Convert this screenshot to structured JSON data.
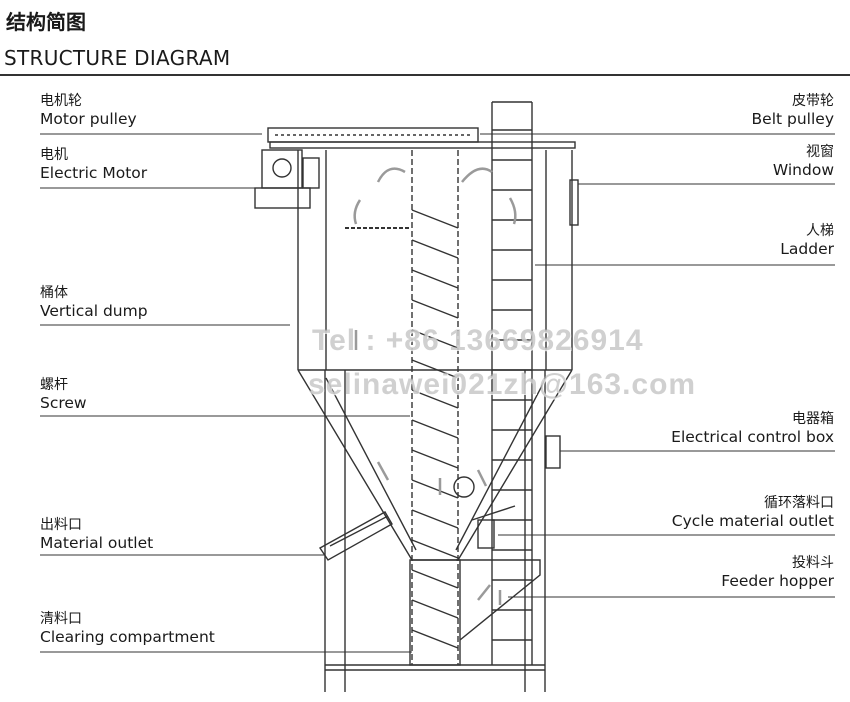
{
  "title": {
    "cn": "结构简图",
    "en": "STRUCTURE DIAGRAM"
  },
  "labels_left": [
    {
      "cn": "电机轮",
      "en": "Motor pulley"
    },
    {
      "cn": "电机",
      "en": "Electric Motor"
    },
    {
      "cn": "桶体",
      "en": "Vertical dump"
    },
    {
      "cn": "螺杆",
      "en": "Screw"
    },
    {
      "cn": "出料口",
      "en": "Material outlet"
    },
    {
      "cn": "清料口",
      "en": "Clearing compartment"
    }
  ],
  "labels_right": [
    {
      "cn": "皮带轮",
      "en": "Belt pulley"
    },
    {
      "cn": "视窗",
      "en": "Window"
    },
    {
      "cn": "人梯",
      "en": "Ladder"
    },
    {
      "cn": "电器箱",
      "en": "Electrical control box"
    },
    {
      "cn": "循环落料口",
      "en": "Cycle material outlet"
    },
    {
      "cn": "投料斗",
      "en": "Feeder hopper"
    }
  ],
  "watermark": {
    "line1": "Tel : +86 13669826914",
    "line2": "selinawei021zh@163.com"
  }
}
